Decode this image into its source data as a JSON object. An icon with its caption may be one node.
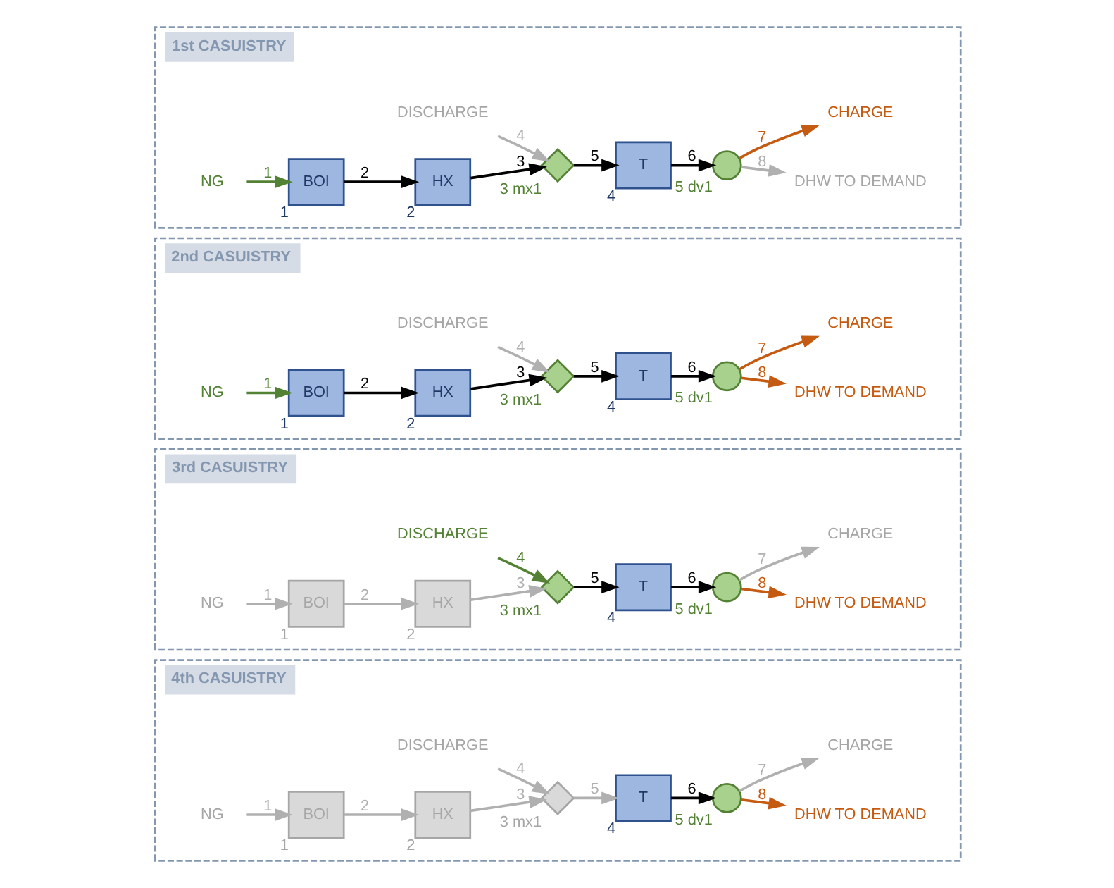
{
  "diagram": {
    "nodes": [
      {
        "text": [
          "1st CASUISTRY"
        ]
      },
      {
        "text": [
          "NG"
        ],
        "in": 0
      },
      {
        "text": [
          "BOI"
        ],
        "in": 0,
        "beside": [
          "1"
        ]
      },
      {
        "text": [
          "HX"
        ],
        "in": 0,
        "beside": [
          "2"
        ]
      },
      {
        "text": [
          "DISCHARGE"
        ],
        "in": 0
      },
      {
        "text": [],
        "shape": "diamond",
        "in": 0,
        "beside": [
          "3",
          "mx1"
        ]
      },
      {
        "text": [
          "T"
        ],
        "in": 0,
        "beside": [
          "4"
        ]
      },
      {
        "text": [],
        "shape": "circle",
        "in": 0,
        "beside": [
          "5",
          "dv1"
        ]
      },
      {
        "text": [
          "CHARGE"
        ],
        "in": 0
      },
      {
        "text": [
          "DHW TO DEMAND"
        ],
        "in": 0
      },
      {
        "text": [
          "2nd CASUISTRY"
        ]
      },
      {
        "text": [
          "NG"
        ],
        "in": 10
      },
      {
        "text": [
          "BOI"
        ],
        "in": 10,
        "beside": [
          "1"
        ]
      },
      {
        "text": [
          "HX"
        ],
        "in": 10,
        "beside": [
          "2"
        ]
      },
      {
        "text": [
          "DISCHARGE"
        ],
        "in": 10
      },
      {
        "text": [],
        "shape": "diamond",
        "in": 10,
        "beside": [
          "3",
          "mx1"
        ]
      },
      {
        "text": [
          "T"
        ],
        "in": 10,
        "beside": [
          "4"
        ]
      },
      {
        "text": [],
        "shape": "circle",
        "in": 10,
        "beside": [
          "5",
          "dv1"
        ]
      },
      {
        "text": [
          "CHARGE"
        ],
        "in": 10
      },
      {
        "text": [
          "DHW TO DEMAND"
        ],
        "in": 10
      },
      {
        "text": [
          "3rd CASUISTRY"
        ]
      },
      {
        "text": [
          "NG"
        ],
        "in": 20
      },
      {
        "text": [
          "BOI"
        ],
        "in": 20,
        "beside": [
          "1"
        ]
      },
      {
        "text": [
          "HX"
        ],
        "in": 20,
        "beside": [
          "2"
        ]
      },
      {
        "text": [
          "DISCHARGE"
        ],
        "in": 20
      },
      {
        "text": [],
        "shape": "diamond",
        "in": 20,
        "beside": [
          "3",
          "mx1"
        ]
      },
      {
        "text": [
          "T"
        ],
        "in": 20,
        "beside": [
          "4"
        ]
      },
      {
        "text": [],
        "shape": "circle",
        "in": 20,
        "beside": [
          "5",
          "dv1"
        ]
      },
      {
        "text": [
          "CHARGE"
        ],
        "in": 20
      },
      {
        "text": [
          "DHW TO DEMAND"
        ],
        "in": 20
      },
      {
        "text": [
          "4th CASUISTRY"
        ]
      },
      {
        "text": [
          "NG"
        ],
        "in": 30
      },
      {
        "text": [
          "BOI"
        ],
        "in": 30,
        "beside": [
          "1"
        ]
      },
      {
        "text": [
          "HX"
        ],
        "in": 30,
        "beside": [
          "2"
        ]
      },
      {
        "text": [
          "DISCHARGE"
        ],
        "in": 30
      },
      {
        "text": [],
        "shape": "diamond",
        "in": 30,
        "beside": [
          "3",
          "mx1"
        ]
      },
      {
        "text": [
          "T"
        ],
        "in": 30,
        "beside": [
          "4"
        ]
      },
      {
        "text": [],
        "shape": "circle",
        "in": 30,
        "beside": [
          "5",
          "dv1"
        ]
      },
      {
        "text": [
          "CHARGE"
        ],
        "in": 30
      },
      {
        "text": [
          "DHW TO DEMAND"
        ],
        "in": 30
      }
    ],
    "edges": [
      {
        "from": 1,
        "to": 2,
        "arrow": "to",
        "label": "1",
        "color": "#548235"
      },
      {
        "from": 2,
        "to": 3,
        "arrow": "to",
        "label": "2",
        "color": "#000000"
      },
      {
        "from": 3,
        "to": 5,
        "arrow": "to",
        "label": "3",
        "color": "#000000"
      },
      {
        "from": 4,
        "to": 5,
        "arrow": "to",
        "label": "4",
        "color": "#b0b0b0"
      },
      {
        "from": 5,
        "to": 6,
        "arrow": "to",
        "label": "5",
        "color": "#000000"
      },
      {
        "from": 6,
        "to": 7,
        "arrow": "to",
        "label": "6",
        "color": "#000000"
      },
      {
        "from": 7,
        "to": 8,
        "arrow": "to",
        "label": "7",
        "color": "#c55a11"
      },
      {
        "from": 7,
        "to": 9,
        "arrow": "to",
        "label": "8",
        "color": "#b0b0b0"
      },
      {
        "from": 11,
        "to": 12,
        "arrow": "to",
        "label": "1",
        "color": "#548235"
      },
      {
        "from": 12,
        "to": 13,
        "arrow": "to",
        "label": "2",
        "color": "#000000"
      },
      {
        "from": 13,
        "to": 15,
        "arrow": "to",
        "label": "3",
        "color": "#000000"
      },
      {
        "from": 14,
        "to": 15,
        "arrow": "to",
        "label": "4",
        "color": "#b0b0b0"
      },
      {
        "from": 15,
        "to": 16,
        "arrow": "to",
        "label": "5",
        "color": "#000000"
      },
      {
        "from": 16,
        "to": 17,
        "arrow": "to",
        "label": "6",
        "color": "#000000"
      },
      {
        "from": 17,
        "to": 18,
        "arrow": "to",
        "label": "7",
        "color": "#c55a11"
      },
      {
        "from": 17,
        "to": 19,
        "arrow": "to",
        "label": "8",
        "color": "#c55a11"
      },
      {
        "from": 21,
        "to": 22,
        "arrow": "to",
        "label": "1",
        "color": "#b0b0b0"
      },
      {
        "from": 22,
        "to": 23,
        "arrow": "to",
        "label": "2",
        "color": "#b0b0b0"
      },
      {
        "from": 23,
        "to": 25,
        "arrow": "to",
        "label": "3",
        "color": "#b0b0b0"
      },
      {
        "from": 24,
        "to": 25,
        "arrow": "to",
        "label": "4",
        "color": "#548235"
      },
      {
        "from": 25,
        "to": 26,
        "arrow": "to",
        "label": "5",
        "color": "#000000"
      },
      {
        "from": 26,
        "to": 27,
        "arrow": "to",
        "label": "6",
        "color": "#000000"
      },
      {
        "from": 27,
        "to": 28,
        "arrow": "to",
        "label": "7",
        "color": "#b0b0b0"
      },
      {
        "from": 27,
        "to": 29,
        "arrow": "to",
        "label": "8",
        "color": "#c55a11"
      },
      {
        "from": 31,
        "to": 32,
        "arrow": "to",
        "label": "1",
        "color": "#b0b0b0"
      },
      {
        "from": 32,
        "to": 33,
        "arrow": "to",
        "label": "2",
        "color": "#b0b0b0"
      },
      {
        "from": 33,
        "to": 35,
        "arrow": "to",
        "label": "3",
        "color": "#b0b0b0"
      },
      {
        "from": 34,
        "to": 35,
        "arrow": "to",
        "label": "4",
        "color": "#b0b0b0"
      },
      {
        "from": 35,
        "to": 36,
        "arrow": "to",
        "label": "5",
        "color": "#b0b0b0"
      },
      {
        "from": 36,
        "to": 37,
        "arrow": "to",
        "label": "6",
        "color": "#000000"
      },
      {
        "from": 37,
        "to": 38,
        "arrow": "to",
        "label": "7",
        "color": "#b0b0b0"
      },
      {
        "from": 37,
        "to": 39,
        "arrow": "to",
        "label": "8",
        "color": "#c55a11"
      }
    ]
  }
}
